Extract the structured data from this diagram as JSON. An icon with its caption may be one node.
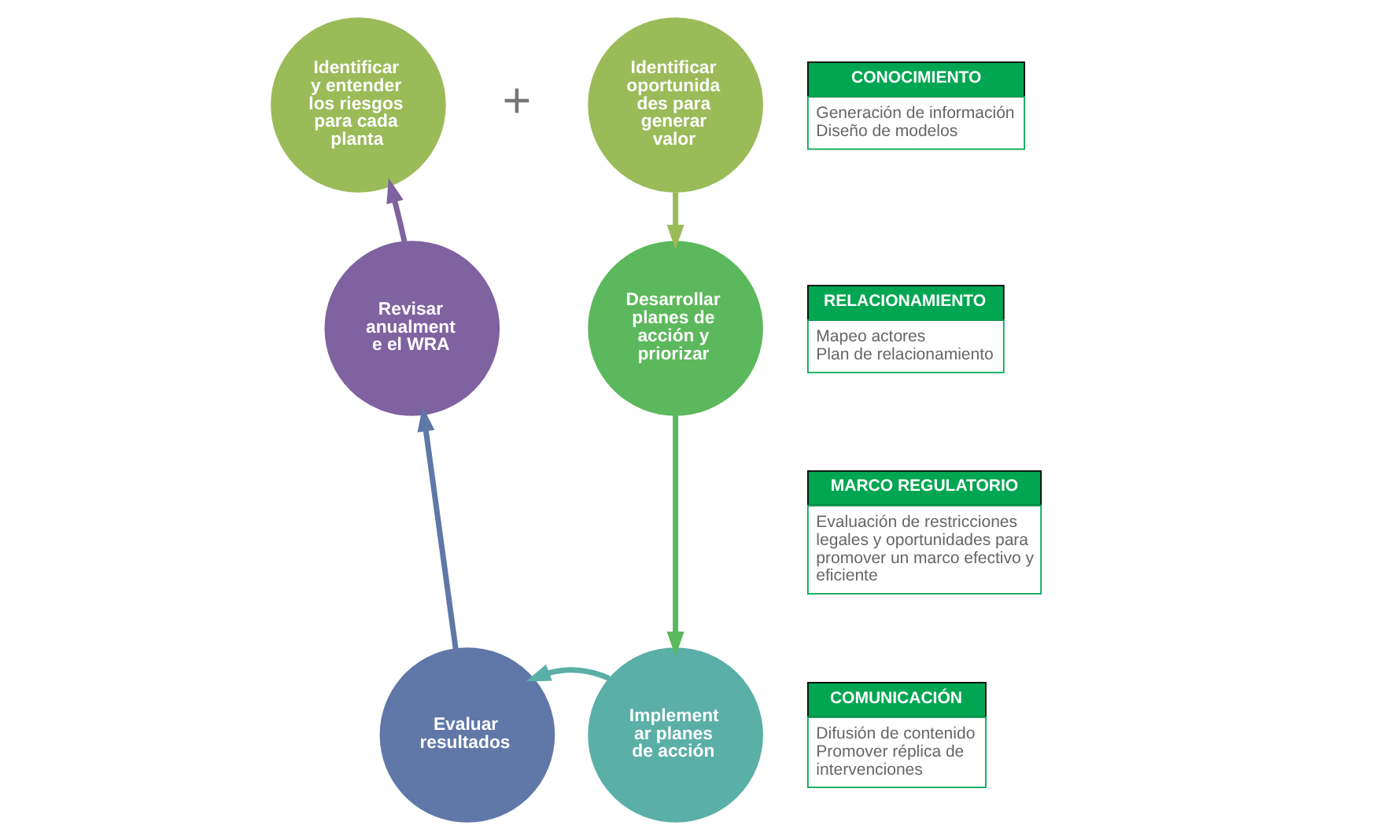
{
  "diagram": {
    "nodes": [
      {
        "text": [
          "Identificar y entender los riesgos para cada planta"
        ]
      },
      {
        "text": [
          "Identificar oportunida des para generar valor"
        ]
      },
      {
        "text": [
          "Desarrollar planes de acción y priorizar"
        ]
      },
      {
        "text": [
          "Implement ar planes de acción"
        ]
      },
      {
        "text": [
          "Evaluar resultados"
        ]
      },
      {
        "text": [
          "Revisar anualment e el WRA"
        ]
      },
      {
        "text": [
          "CONOCIMIENTO",
          "Generación de información",
          "Diseño de modelos"
        ]
      },
      {
        "text": [
          "RELACIONAMIENTO",
          "Mapeo actores",
          "Plan de relacionamiento"
        ]
      },
      {
        "text": [
          "MARCO REGULATORIO",
          "Evaluación de restricciones legales y oportunidades para promover un marco efectivo y eficiente"
        ]
      },
      {
        "text": [
          "COMUNICACIÓN",
          "Difusión de contenido",
          "Promover réplica de intervenciones"
        ]
      }
    ],
    "edges": [
      {
        "from": 1,
        "to": 2,
        "arrow": "to",
        "color": "#9bbb59"
      },
      {
        "from": 2,
        "to": 3,
        "arrow": "to",
        "color": "#5cb85c"
      },
      {
        "from": 3,
        "to": 4,
        "arrow": "to",
        "color": "#5aafa6"
      },
      {
        "from": 4,
        "to": 5,
        "arrow": "to",
        "color": "#5f78a8"
      },
      {
        "from": 5,
        "to": 0,
        "arrow": "to",
        "color": "#7f62a0"
      }
    ],
    "labels": [
      "+"
    ]
  }
}
